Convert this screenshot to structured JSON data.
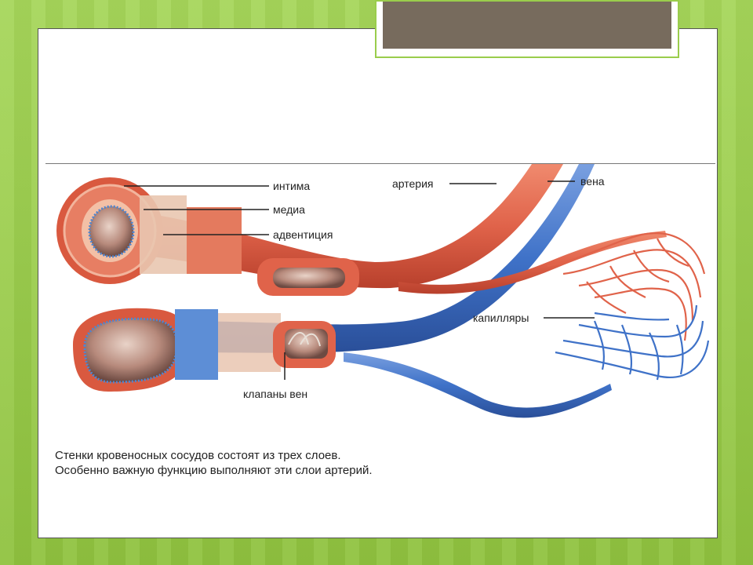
{
  "labels": {
    "intima": "интима",
    "media": "медиа",
    "adventitia": "адвентиция",
    "artery": "артерия",
    "vein": "вена",
    "capillaries": "капилляры",
    "valves": "клапаны вен"
  },
  "caption": {
    "line1": "Стенки кровеносных сосудов состоят из трех слоев.",
    "line2": "Особенно важную функцию выполняют эти слои артерий."
  },
  "colors": {
    "artery": "#e0634a",
    "vein": "#3f72c8",
    "background": "#9acd4c",
    "title_fill": "#776b5d"
  }
}
